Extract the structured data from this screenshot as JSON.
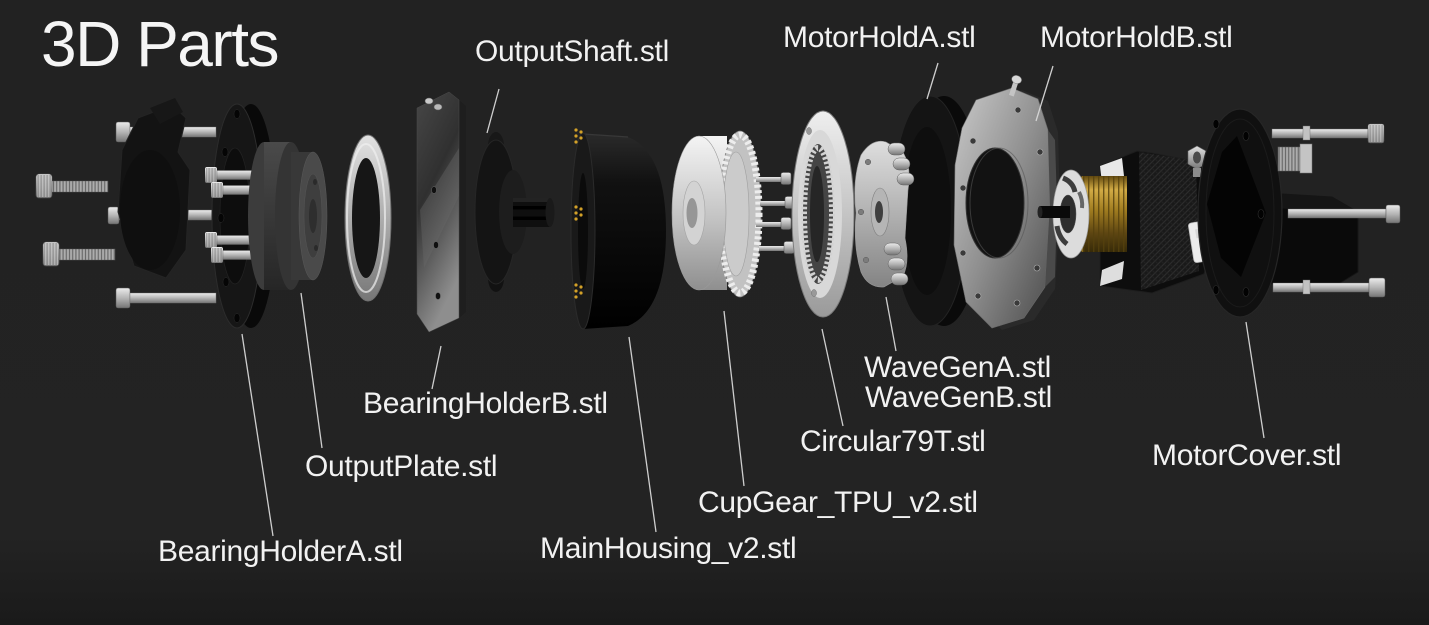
{
  "title": "3D Parts",
  "colors": {
    "background": "#232323",
    "text": "#f2f2f2",
    "leader_line": "#d8d8d8",
    "brass_motor": "#c9a43c",
    "part_dark": "#141414",
    "part_silver": "#b5b5b5"
  },
  "labels": {
    "output_shaft": "OutputShaft.stl",
    "motor_hold_a": "MotorHoldA.stl",
    "motor_hold_b": "MotorHoldB.stl",
    "bearing_holder_b": "BearingHolderB.stl",
    "output_plate": "OutputPlate.stl",
    "bearing_holder_a": "BearingHolderA.stl",
    "main_housing": "MainHousing_v2.stl",
    "cup_gear": "CupGear_TPU_v2.stl",
    "circular_79t": "Circular79T.stl",
    "wave_gen_a": "WaveGenA.stl",
    "wave_gen_b": "WaveGenB.stl",
    "motor_cover": "MotorCover.stl"
  }
}
